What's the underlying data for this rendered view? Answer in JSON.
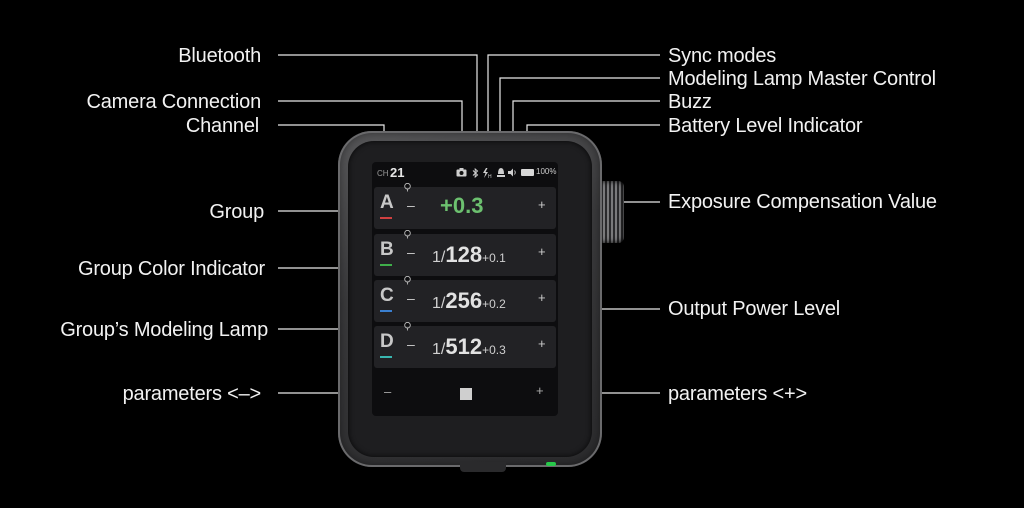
{
  "labels_left": {
    "bluetooth": "Bluetooth",
    "camera_connection": "Camera Connection",
    "channel": "Channel",
    "group": "Group",
    "group_color_indicator": "Group Color Indicator",
    "group_modeling_lamp": "Group’s Modeling Lamp",
    "parameters_minus": "parameters <–>"
  },
  "labels_right": {
    "sync_modes": "Sync modes",
    "modeling_lamp_master": "Modeling Lamp Master Control",
    "buzz": "Buzz",
    "battery_level": "Battery Level Indicator",
    "exposure_compensation": "Exposure Compensation Value",
    "output_power": "Output Power Level",
    "parameters_plus": "parameters <+>"
  },
  "screen": {
    "channel_prefix": "CH",
    "channel_number": "21",
    "battery_percent": "100%",
    "rows": [
      {
        "group": "A",
        "color": "#d04040",
        "value": "+0.3"
      },
      {
        "group": "B",
        "color": "#3fae4a",
        "prefix": "1/",
        "main": "128",
        "offset": "+0.1"
      },
      {
        "group": "C",
        "color": "#3a7fd0",
        "prefix": "1/",
        "main": "256",
        "offset": "+0.2"
      },
      {
        "group": "D",
        "color": "#39b7b0",
        "prefix": "1/",
        "main": "512",
        "offset": "+0.3"
      }
    ],
    "minus_symbol": "–",
    "plus_symbol": "+",
    "bottom_minus": "–",
    "bottom_plus": "+"
  },
  "icons": {
    "camera": "camera-icon",
    "bluetooth": "bluetooth-icon",
    "sync": "sync-icon",
    "lamp": "lamp-icon",
    "buzz": "speaker-icon",
    "battery": "battery-icon",
    "bulb": "bulb-icon"
  },
  "colors": {
    "ev_value": "#6cc06f",
    "background": "#000000",
    "status_led": "#27c94a"
  }
}
